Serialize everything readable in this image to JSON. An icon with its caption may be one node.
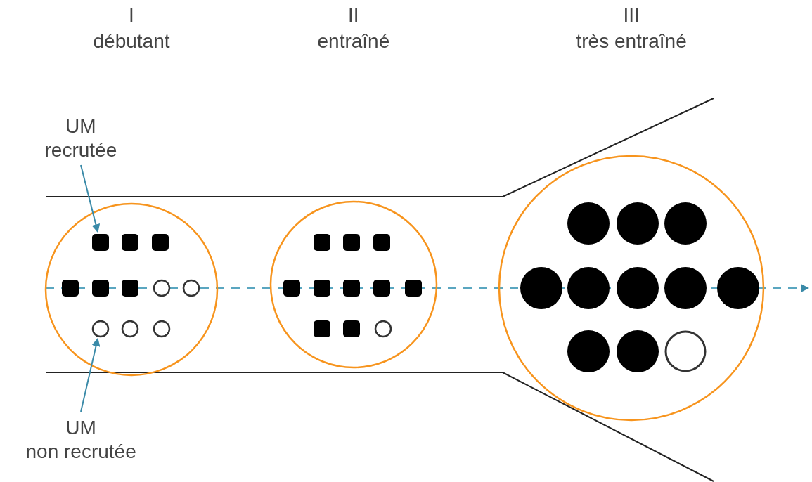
{
  "diagram": {
    "nodes": [
      {
        "text": [
          "UM recrutée"
        ]
      },
      {
        "text": [],
        "shape": "circle"
      },
      {
        "text": [],
        "shape": "square",
        "in": 1
      },
      {
        "text": [],
        "shape": "square",
        "in": 1
      },
      {
        "text": [],
        "shape": "square",
        "in": 1
      },
      {
        "text": [],
        "shape": "square",
        "in": 1
      },
      {
        "text": [],
        "shape": "square",
        "in": 1
      },
      {
        "text": [],
        "shape": "square",
        "in": 1
      },
      {
        "text": [],
        "shape": "circle",
        "in": 1
      },
      {
        "text": [],
        "shape": "circle",
        "in": 1
      },
      {
        "text": [],
        "shape": "circle",
        "in": 1
      },
      {
        "text": [],
        "shape": "circle",
        "in": 1
      },
      {
        "text": [],
        "shape": "circle",
        "in": 1
      },
      {
        "text": [],
        "shape": "circle"
      },
      {
        "text": [],
        "shape": "square",
        "in": 13
      },
      {
        "text": [],
        "shape": "square",
        "in": 13
      },
      {
        "text": [],
        "shape": "square",
        "in": 13
      },
      {
        "text": [],
        "shape": "square",
        "in": 13
      },
      {
        "text": [],
        "shape": "square",
        "in": 13
      },
      {
        "text": [],
        "shape": "square",
        "in": 13
      },
      {
        "text": [],
        "shape": "square",
        "in": 13
      },
      {
        "text": [],
        "shape": "square",
        "in": 13
      },
      {
        "text": [],
        "shape": "square",
        "in": 13
      },
      {
        "text": [],
        "shape": "square",
        "in": 13
      },
      {
        "text": [],
        "shape": "circle",
        "in": 13
      },
      {
        "text": [],
        "shape": "circle"
      },
      {
        "text": [],
        "shape": "dot",
        "in": 25
      },
      {
        "text": [],
        "shape": "dot",
        "in": 25
      },
      {
        "text": [],
        "shape": "dot",
        "in": 25
      },
      {
        "text": [],
        "shape": "dot",
        "in": 25
      },
      {
        "text": [],
        "shape": "dot",
        "in": 25
      },
      {
        "text": [],
        "shape": "dot",
        "in": 25
      },
      {
        "text": [],
        "shape": "dot",
        "in": 25
      },
      {
        "text": [],
        "shape": "dot",
        "in": 25
      },
      {
        "text": [],
        "shape": "dot",
        "in": 25
      },
      {
        "text": [],
        "shape": "dot",
        "in": 25
      },
      {
        "text": [],
        "shape": "circle",
        "in": 25
      },
      {
        "text": [
          "UM non recrutée"
        ]
      }
    ],
    "edges": [
      {
        "from": 0,
        "to": 2,
        "arrow": "to"
      },
      {
        "from": 37,
        "to": 10,
        "arrow": "to"
      }
    ],
    "labels": [
      "I",
      "débutant",
      "II",
      "entraîné",
      "III",
      "très entraîné"
    ]
  }
}
